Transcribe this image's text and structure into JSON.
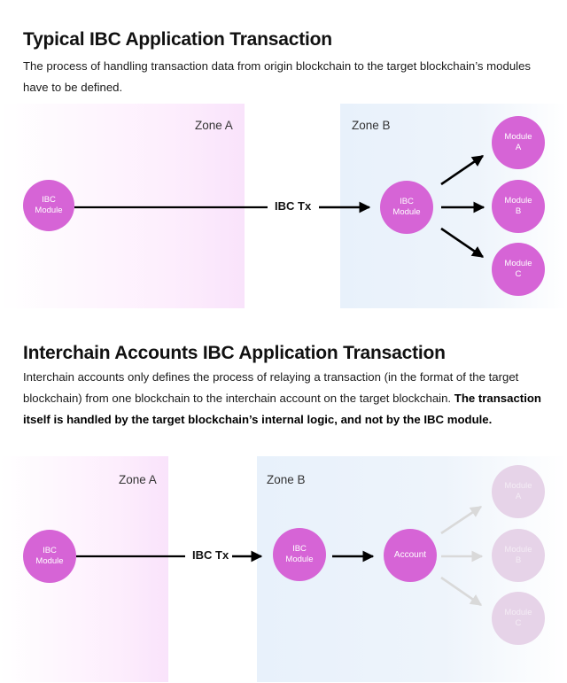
{
  "section1": {
    "title": "Typical IBC Application Transaction",
    "description": "The process of handling transaction data from origin blockchain to the target blockchain’s modules have to be defined.",
    "zone_a_label": "Zone A",
    "zone_b_label": "Zone B",
    "source_module": "IBC\nModule",
    "tx_label": "IBC Tx",
    "target_module": "IBC\nModule",
    "modules": [
      "Module\nA",
      "Module\nB",
      "Module\nC"
    ]
  },
  "section2": {
    "title": "Interchain Accounts IBC Application Transaction",
    "description": "Interchain accounts only defines the process of relaying a transaction (in the format of the target blockchain) from one blockchain to the interchain account on the target blockchain.",
    "description_bold": "The transaction itself is handled by the target blockchain’s internal logic, and not by the IBC module.",
    "zone_a_label": "Zone A",
    "zone_b_label": "Zone B",
    "source_module": "IBC\nModule",
    "tx_label": "IBC Tx",
    "target_module": "IBC\nModule",
    "account": "Account",
    "modules": [
      "Module\nA",
      "Module\nB",
      "Module\nC"
    ]
  },
  "colors": {
    "node": "#d664d6",
    "node_faded": "#e6d3e8",
    "zone_a": "#f9e3fb",
    "zone_b": "#e8f1fb",
    "arrow": "#000000",
    "arrow_faded": "#d9d9d9"
  }
}
